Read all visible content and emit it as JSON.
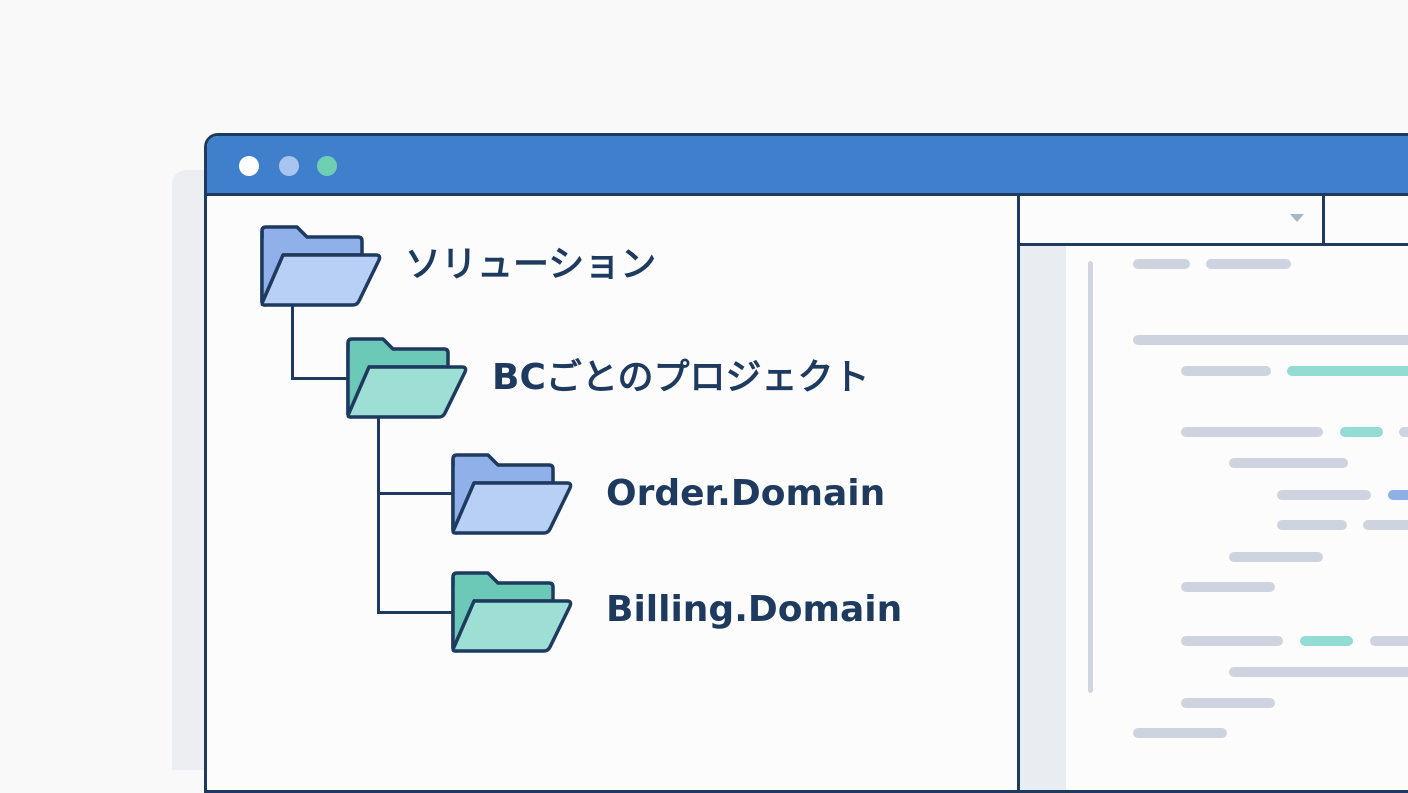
{
  "window": {
    "controls": [
      {
        "name": "close",
        "color": "#ffffff"
      },
      {
        "name": "minimize",
        "color": "#a9c4ee"
      },
      {
        "name": "maximize",
        "color": "#6fcfb2"
      }
    ]
  },
  "tree": {
    "items": [
      {
        "label": "ソリューション",
        "icon": "folder-open-icon",
        "color": "blue"
      },
      {
        "label": "BCごとのプロジェクト",
        "icon": "folder-open-icon",
        "color": "teal"
      },
      {
        "label": "Order.Domain",
        "icon": "folder-open-icon",
        "color": "blue"
      },
      {
        "label": "Billing.Domain",
        "icon": "folder-open-icon",
        "color": "teal"
      }
    ]
  },
  "colors": {
    "titlebar": "#3f7fcc",
    "outline": "#1f3a5f",
    "blue_folder": "#b8d0f5",
    "teal_folder": "#9ddfd4",
    "code_placeholder": "#cdd4df",
    "code_teal": "#93dcd3",
    "code_blue": "#8fb0e6"
  },
  "editor": {
    "dropdown_icon": "caret-down-icon"
  }
}
